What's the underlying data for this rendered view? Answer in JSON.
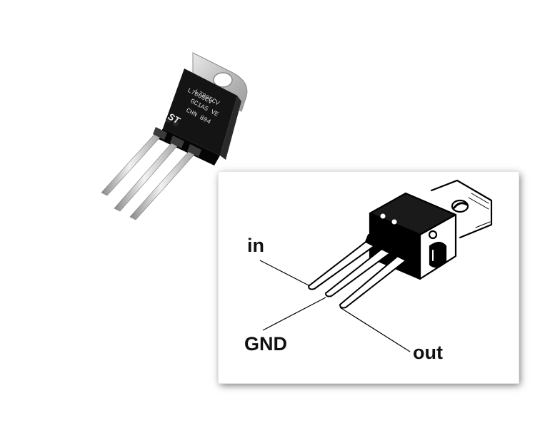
{
  "photo": {
    "markings": {
      "line1": "L7805CV",
      "line2": "GC1A5 VE",
      "line3": "CHN 804",
      "logo": "ST"
    }
  },
  "diagram": {
    "labels": {
      "in": "in",
      "gnd": "GND",
      "out": "out"
    }
  },
  "colors": {
    "package_body": "#141414",
    "tab_metal": "#c8c8c8",
    "pin_metal": "#d4d4d4",
    "diagram_ink": "#000000",
    "card_shadow": "#000000"
  },
  "icons": [
    "voltage-regulator-photo",
    "to220-outline-drawing"
  ]
}
